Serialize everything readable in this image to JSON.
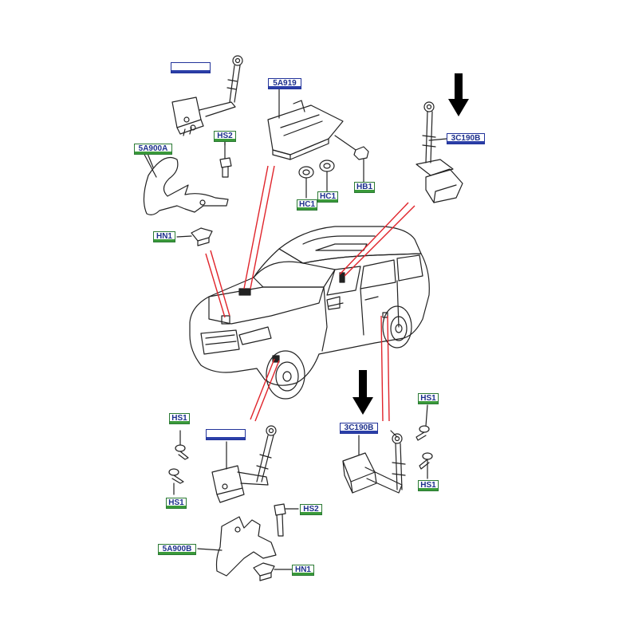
{
  "labels": {
    "part_5a919": "5A919",
    "part_5a900a": "5A900A",
    "part_5a900b": "5A900B",
    "part_3c190b_top": "3C190B",
    "part_3c190b_bottom": "3C190B",
    "hs2_top": "HS2",
    "hs2_bottom": "HS2",
    "hn1_top": "HN1",
    "hn1_bottom": "HN1",
    "hc1_left": "HC1",
    "hc1_right": "HC1",
    "hb1": "HB1",
    "hs1_left_upper": "HS1",
    "hs1_left_lower": "HS1",
    "hs1_right_upper": "HS1",
    "hs1_right_lower": "HS1",
    "blank_top": "",
    "blank_bottom": ""
  },
  "colors": {
    "leader_line": "#e0242b",
    "arrow": "#000000",
    "sensor_label_border": "#22339a",
    "part_label_border": "#2b7a34",
    "drawing": "#222222"
  }
}
